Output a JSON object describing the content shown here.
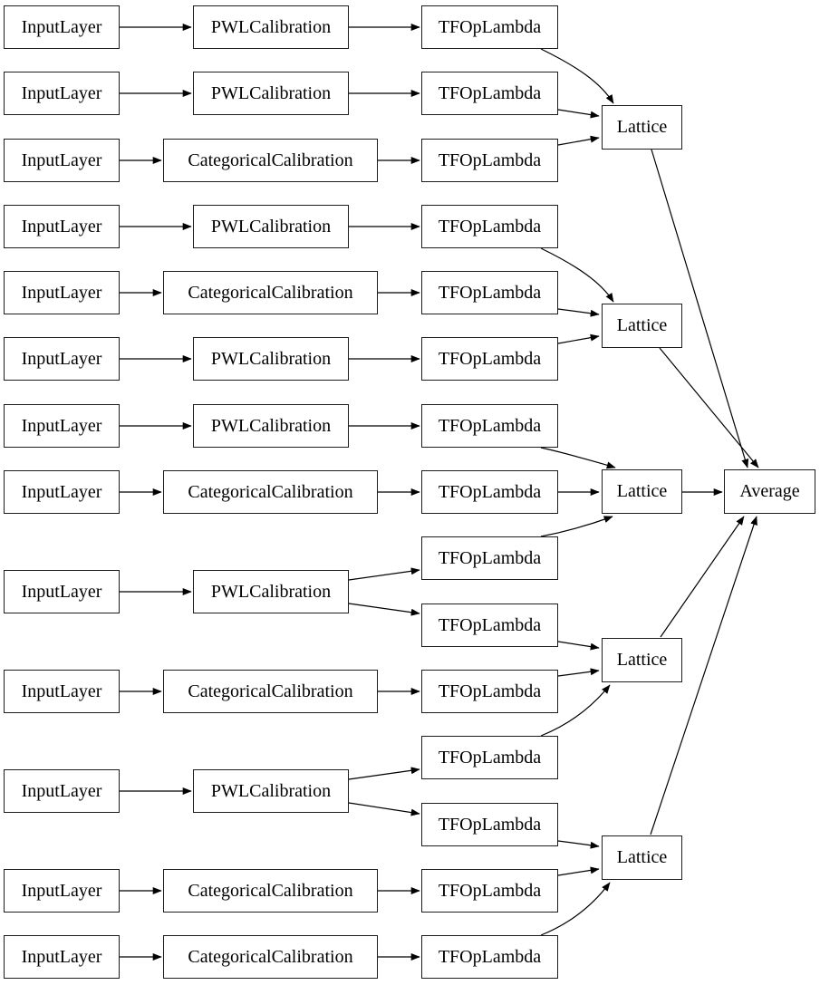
{
  "diagram": {
    "type": "keras-model-graph",
    "background_color": "#ffffff",
    "node_fill_color": "#ffffff",
    "node_border_color": "#1c1c1c",
    "edge_color": "#000000",
    "labels": {
      "input": "InputLayer",
      "pwl": "PWLCalibration",
      "categorical": "CategoricalCalibration",
      "lambda": "TFOpLambda",
      "lattice": "Lattice",
      "average": "Average"
    },
    "node_counts": {
      "InputLayer": 13,
      "PWLCalibration": 7,
      "CategoricalCalibration": 6,
      "TFOpLambda": 15,
      "Lattice": 5,
      "Average": 1
    },
    "feature_rows": [
      {
        "row": 1,
        "calibration": "PWLCalibration",
        "lambda_outputs": 1,
        "to_lattices": [
          1
        ]
      },
      {
        "row": 2,
        "calibration": "PWLCalibration",
        "lambda_outputs": 1,
        "to_lattices": [
          1
        ]
      },
      {
        "row": 3,
        "calibration": "CategoricalCalibration",
        "lambda_outputs": 1,
        "to_lattices": [
          1
        ]
      },
      {
        "row": 4,
        "calibration": "PWLCalibration",
        "lambda_outputs": 1,
        "to_lattices": [
          2
        ]
      },
      {
        "row": 5,
        "calibration": "CategoricalCalibration",
        "lambda_outputs": 1,
        "to_lattices": [
          2
        ]
      },
      {
        "row": 6,
        "calibration": "PWLCalibration",
        "lambda_outputs": 1,
        "to_lattices": [
          2
        ]
      },
      {
        "row": 7,
        "calibration": "PWLCalibration",
        "lambda_outputs": 1,
        "to_lattices": [
          3
        ]
      },
      {
        "row": 8,
        "calibration": "CategoricalCalibration",
        "lambda_outputs": 1,
        "to_lattices": [
          3
        ]
      },
      {
        "row": 9,
        "calibration": "PWLCalibration",
        "lambda_outputs": 2,
        "to_lattices": [
          3,
          4
        ]
      },
      {
        "row": 10,
        "calibration": "CategoricalCalibration",
        "lambda_outputs": 1,
        "to_lattices": [
          4
        ]
      },
      {
        "row": 11,
        "calibration": "PWLCalibration",
        "lambda_outputs": 2,
        "to_lattices": [
          4,
          5
        ]
      },
      {
        "row": 12,
        "calibration": "CategoricalCalibration",
        "lambda_outputs": 1,
        "to_lattices": [
          5
        ]
      },
      {
        "row": 13,
        "calibration": "CategoricalCalibration",
        "lambda_outputs": 1,
        "to_lattices": [
          5
        ]
      }
    ],
    "lattice_inputs_each": 3,
    "lattices_feed_into": "Average"
  }
}
